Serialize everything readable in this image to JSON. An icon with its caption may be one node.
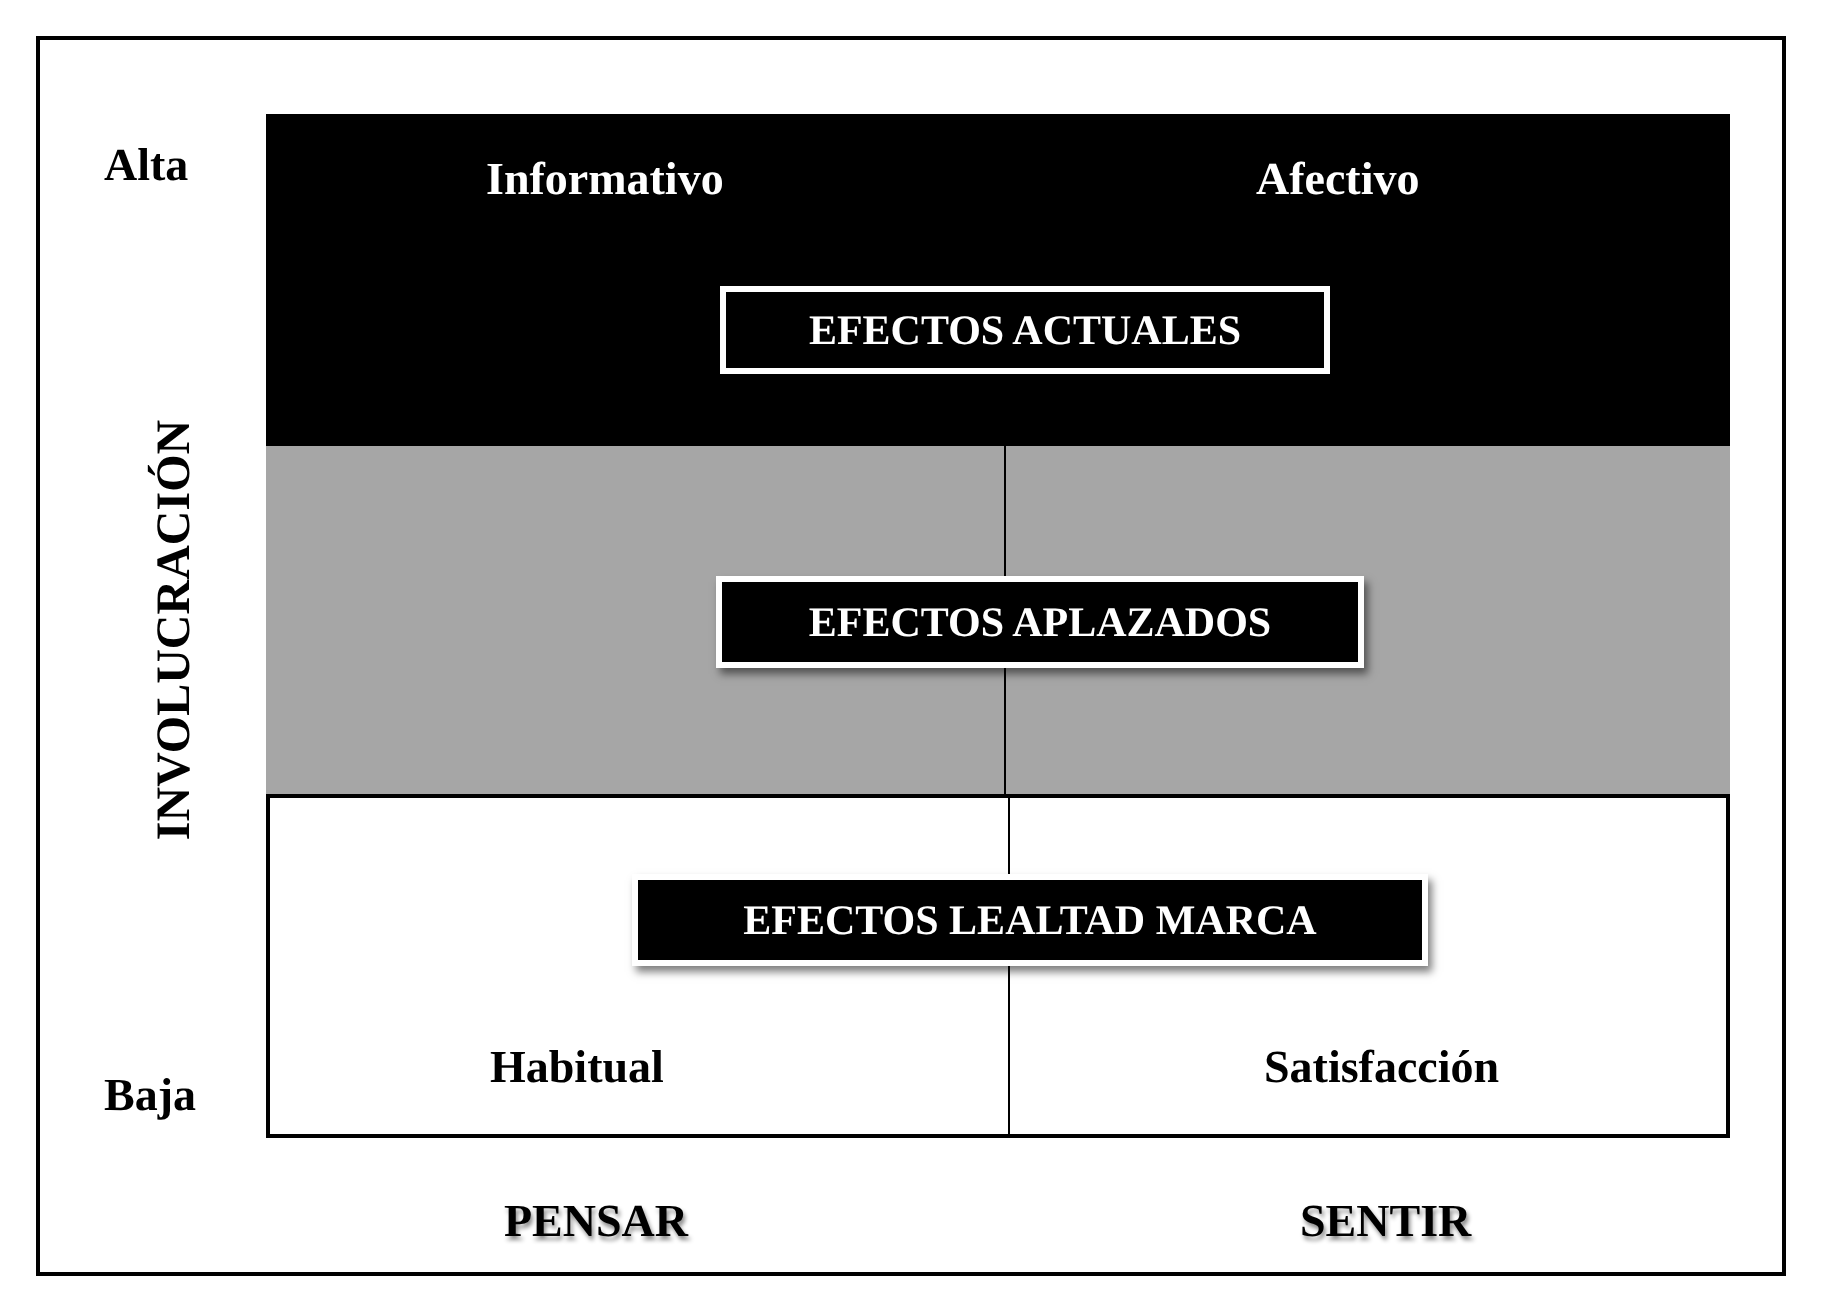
{
  "diagram": {
    "nodes": [
      {
        "text": [
          "Informativo",
          "Afectivo"
        ]
      },
      {
        "text": [
          "EFECTOS ACTUALES"
        ],
        "in": 0
      },
      {
        "text": [],
        "shape": "box"
      },
      {
        "text": [
          "EFECTOS APLAZADOS"
        ],
        "in": 2
      },
      {
        "text": [
          "Habitual",
          "Satisfacción"
        ]
      },
      {
        "text": [
          "EFECTOS LEALTAD MARCA"
        ],
        "in": 4
      }
    ],
    "edges": [],
    "labels": [
      "Alta",
      "INVOLUCRACIÓN",
      "Baja",
      "PENSAR",
      "SENTIR"
    ]
  }
}
